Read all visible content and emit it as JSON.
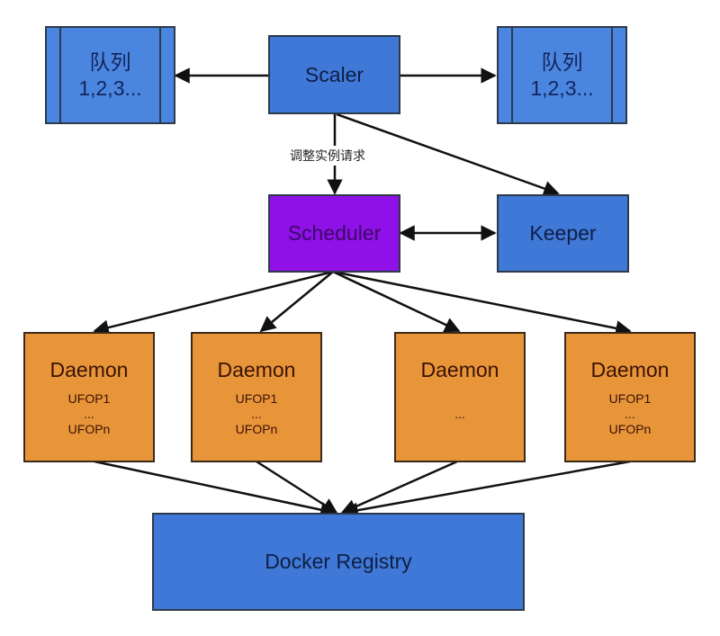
{
  "diagram": {
    "nodes": {
      "queue_left": {
        "line1": "队列",
        "line2": "1,2,3..."
      },
      "queue_right": {
        "line1": "队列",
        "line2": "1,2,3..."
      },
      "scaler": {
        "label": "Scaler"
      },
      "scheduler": {
        "label": "Scheduler"
      },
      "keeper": {
        "label": "Keeper"
      },
      "daemons": [
        {
          "label": "Daemon",
          "lines": [
            "UFOP1",
            "...",
            "UFOPn"
          ]
        },
        {
          "label": "Daemon",
          "lines": [
            "UFOP1",
            "...",
            "UFOPn"
          ]
        },
        {
          "label": "Daemon",
          "lines": [
            "",
            "...",
            ""
          ]
        },
        {
          "label": "Daemon",
          "lines": [
            "UFOP1",
            "...",
            "UFOPn"
          ]
        }
      ],
      "registry": {
        "label": "Docker Registry"
      }
    },
    "edges": [
      {
        "from": "scaler",
        "to": "queue_left"
      },
      {
        "from": "scaler",
        "to": "queue_right"
      },
      {
        "from": "scaler",
        "to": "scheduler",
        "label": "调整实例请求"
      },
      {
        "from": "scaler",
        "to": "keeper"
      },
      {
        "from": "scheduler",
        "to": "keeper",
        "bidirectional": true
      },
      {
        "from": "scheduler",
        "to": "daemon-1"
      },
      {
        "from": "scheduler",
        "to": "daemon-2"
      },
      {
        "from": "scheduler",
        "to": "daemon-3"
      },
      {
        "from": "scheduler",
        "to": "daemon-4"
      },
      {
        "from": "daemon-1",
        "to": "registry"
      },
      {
        "from": "daemon-2",
        "to": "registry"
      },
      {
        "from": "daemon-3",
        "to": "registry"
      },
      {
        "from": "daemon-4",
        "to": "registry"
      }
    ],
    "edge_label_scaler_scheduler": "调整实例请求",
    "colors": {
      "blue": "#3f78d6",
      "queue_blue": "#4a86e0",
      "purple": "#9010e8",
      "orange": "#e8953a",
      "border": "#2c3a4a"
    }
  }
}
